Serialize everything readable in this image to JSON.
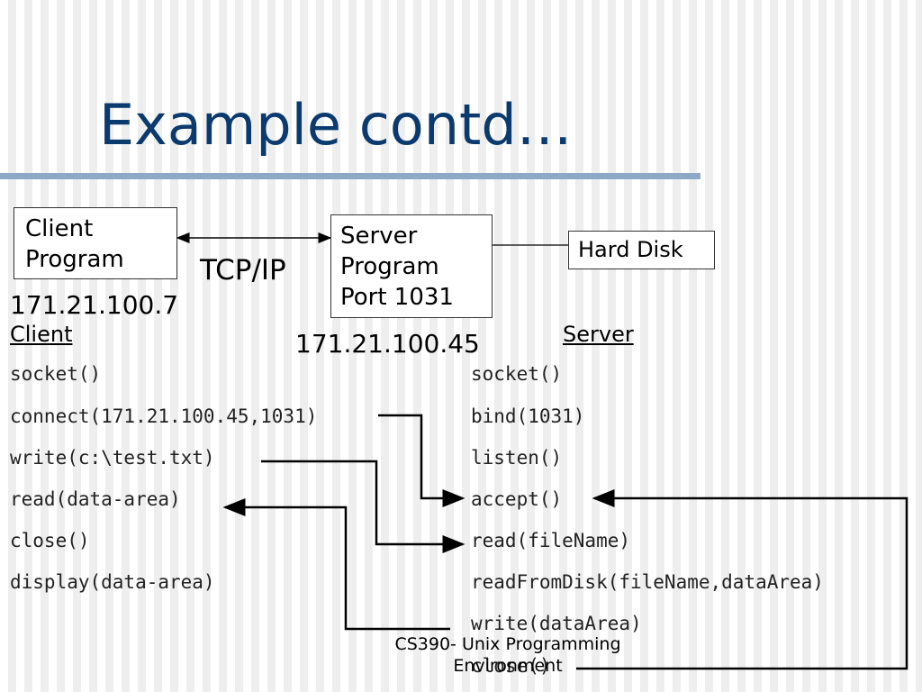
{
  "title": "Example contd…",
  "diagram": {
    "client_box": {
      "line1": "Client",
      "line2": "Program"
    },
    "server_box": {
      "line1": "Server",
      "line2": "Program",
      "line3": "Port 1031"
    },
    "disk_box": {
      "label": "Hard Disk"
    },
    "protocol_label": "TCP/IP",
    "client_ip": "171.21.100.7",
    "server_ip": "171.21.100.45"
  },
  "client": {
    "heading": "Client ",
    "calls": [
      "socket()",
      "connect(171.21.100.45,1031)",
      "write(c:\\test.txt)",
      "read(data-area)",
      "close()",
      "display(data-area)"
    ]
  },
  "server": {
    "heading": "Server",
    "calls": [
      "socket()",
      "bind(1031)",
      "listen()",
      "accept()",
      "read(fileName)",
      "readFromDisk(fileName,dataArea)",
      "write(dataArea)",
      "close()"
    ]
  },
  "footer": {
    "line1": "CS390- Unix Programming",
    "line2": "Environment"
  },
  "colors": {
    "title": "#0b3a6e",
    "rule": "#8ea9c8"
  }
}
